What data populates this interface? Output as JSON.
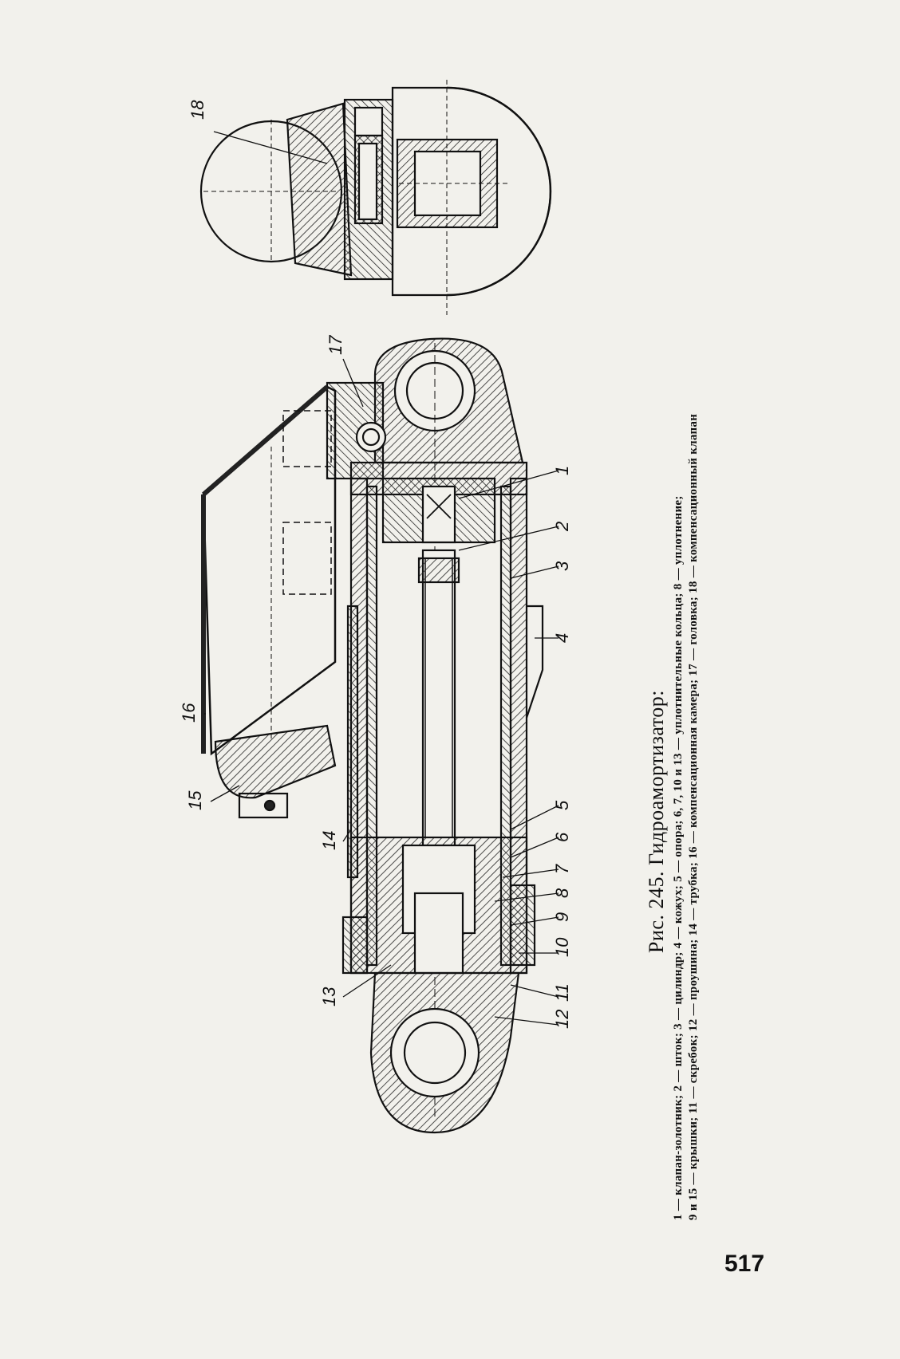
{
  "figure": {
    "caption_title": "Рис. 245. Гидроамортизатор:",
    "legend_lines": [
      "1 — клапан-золотник; 2 — шток; 3 — цилиндр; 4 — кожух; 5 — опора; 6, 7, 10 и 13 — уплотнительные кольца; 8 — уплотнение;",
      "9 и 15 — крышки; 11 — скребок; 12 — проушина; 14 — трубка; 16 — компенсационная камера; 17 — головка; 18 — компенсационный клапан"
    ],
    "callouts": [
      "1",
      "2",
      "3",
      "4",
      "5",
      "6",
      "7",
      "8",
      "9",
      "10",
      "11",
      "12",
      "13",
      "14",
      "15",
      "16",
      "17",
      "18"
    ]
  },
  "page_number": "517"
}
